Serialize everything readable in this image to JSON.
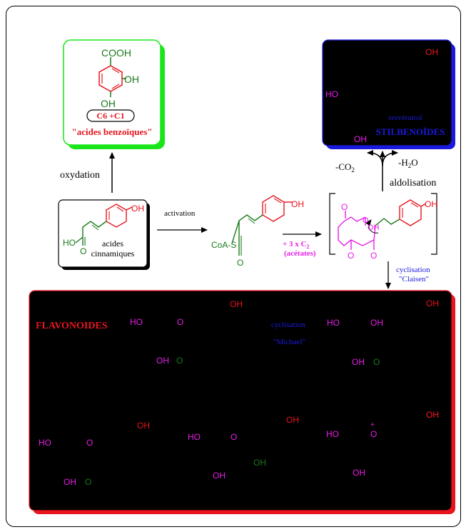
{
  "benzoic": {
    "cooh": "COOH",
    "oh": "OH",
    "oh2": "OH",
    "pill": "C6 +C1",
    "name": "\"acides benzoïques\""
  },
  "arrows": {
    "oxydation": "oxydation",
    "activation": "activation",
    "acetates_line1": "+ 3 x C",
    "acetates_sub": "2",
    "acetates_line2": "(acétates)",
    "aldolisation": "aldolisation",
    "co2_prefix": "-CO",
    "co2_sub": "2",
    "h2o_prefix": "-H",
    "h2o_sub": "2",
    "h2o_suffix": "O",
    "claisen_line1": "cyclisation",
    "claisen_line2": "\"Claisen\""
  },
  "cinnamic": {
    "oh": "OH",
    "ho": "HO",
    "o": "O",
    "name_line1": "acides",
    "name_line2": "cinnamiques"
  },
  "coa": {
    "oh": "OH",
    "coas": "CoA-S",
    "o": "O"
  },
  "polyketide": {
    "oh": "OH",
    "o1": "O",
    "o2": "O",
    "o3": "O",
    "oh_acid": "OH",
    "o_acid": "O"
  },
  "stilbene": {
    "oh_top": "OH",
    "ho_left": "HO",
    "oh_bottom": "OH",
    "compound": "resvératrol",
    "class": "STILBENOÏDES"
  },
  "flavonoids": {
    "title": "FLAVONOIDES",
    "michael_line1": "cyclisation",
    "michael_line2": "\"Michael\"",
    "labels": [
      {
        "t": "OH",
        "c": "red"
      },
      {
        "t": "HO",
        "c": "magenta"
      },
      {
        "t": "O",
        "c": "magenta"
      },
      {
        "t": "OH",
        "c": "magenta"
      },
      {
        "t": "O",
        "c": "green"
      },
      {
        "t": "HO",
        "c": "magenta"
      },
      {
        "t": "OH",
        "c": "magenta"
      },
      {
        "t": "OH",
        "c": "magenta"
      },
      {
        "t": "O",
        "c": "green"
      },
      {
        "t": "OH",
        "c": "red"
      },
      {
        "t": "OH",
        "c": "red"
      },
      {
        "t": "HO",
        "c": "magenta"
      },
      {
        "t": "O",
        "c": "magenta"
      },
      {
        "t": "OH",
        "c": "magenta"
      },
      {
        "t": "O",
        "c": "green"
      },
      {
        "t": "HO",
        "c": "magenta"
      },
      {
        "t": "O",
        "c": "magenta"
      },
      {
        "t": "OH",
        "c": "red"
      },
      {
        "t": "OH",
        "c": "green"
      },
      {
        "t": "OH",
        "c": "magenta"
      },
      {
        "t": "OH",
        "c": "red"
      },
      {
        "t": "HO",
        "c": "magenta"
      },
      {
        "t": "O",
        "c": "magenta"
      },
      {
        "t": "+",
        "c": "magenta"
      },
      {
        "t": "OH",
        "c": "magenta"
      },
      {
        "t": "OH",
        "c": "red"
      }
    ]
  },
  "colors": {
    "green": "#1a7a1a",
    "red": "#e8141e",
    "magenta": "#e81ee8",
    "blue": "#1a1adc",
    "bright_green": "#19e619",
    "black": "#000000"
  }
}
